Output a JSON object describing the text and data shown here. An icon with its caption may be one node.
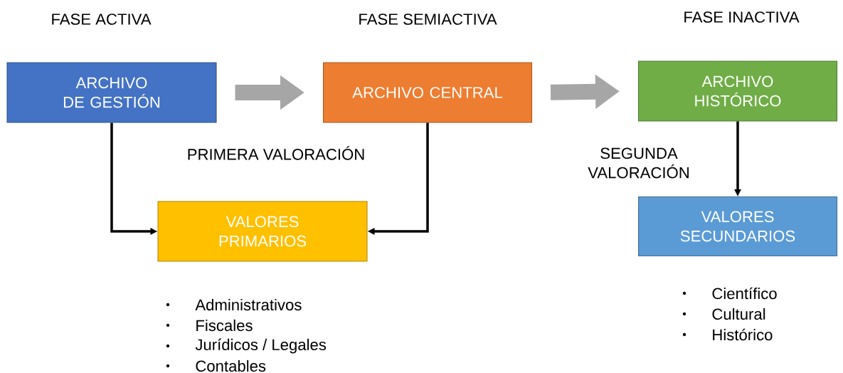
{
  "diagram": {
    "nodes": [
      {
        "text": [
          "ARCHIVO DE GESTIÓN"
        ]
      },
      {
        "text": [
          "ARCHIVO CENTRAL"
        ]
      },
      {
        "text": [
          "ARCHIVO HISTÓRICO"
        ]
      },
      {
        "text": [
          "VALORES PRIMARIOS"
        ]
      },
      {
        "text": [
          "VALORES SECUNDARIOS"
        ]
      }
    ],
    "edges": [
      {
        "from": 0,
        "to": 1,
        "arrow": "to",
        "style": "thick",
        "color": "#a6a6a6"
      },
      {
        "from": 1,
        "to": 2,
        "arrow": "to",
        "style": "thick",
        "color": "#a6a6a6"
      },
      {
        "from": 0,
        "to": 3,
        "arrow": "to"
      },
      {
        "from": 1,
        "to": 3,
        "arrow": "to"
      },
      {
        "from": 2,
        "to": 4,
        "arrow": "to"
      }
    ],
    "labels": [
      "FASE ACTIVA",
      "FASE SEMIACTIVA",
      "FASE INACTIVA",
      "PRIMERA VALORACIÓN",
      "SEGUNDA VALORACIÓN",
      "Científico",
      "Cultural",
      "Histórico",
      "Administrativos",
      "Fiscales",
      "Jurídicos / Legales",
      "Contables"
    ]
  }
}
